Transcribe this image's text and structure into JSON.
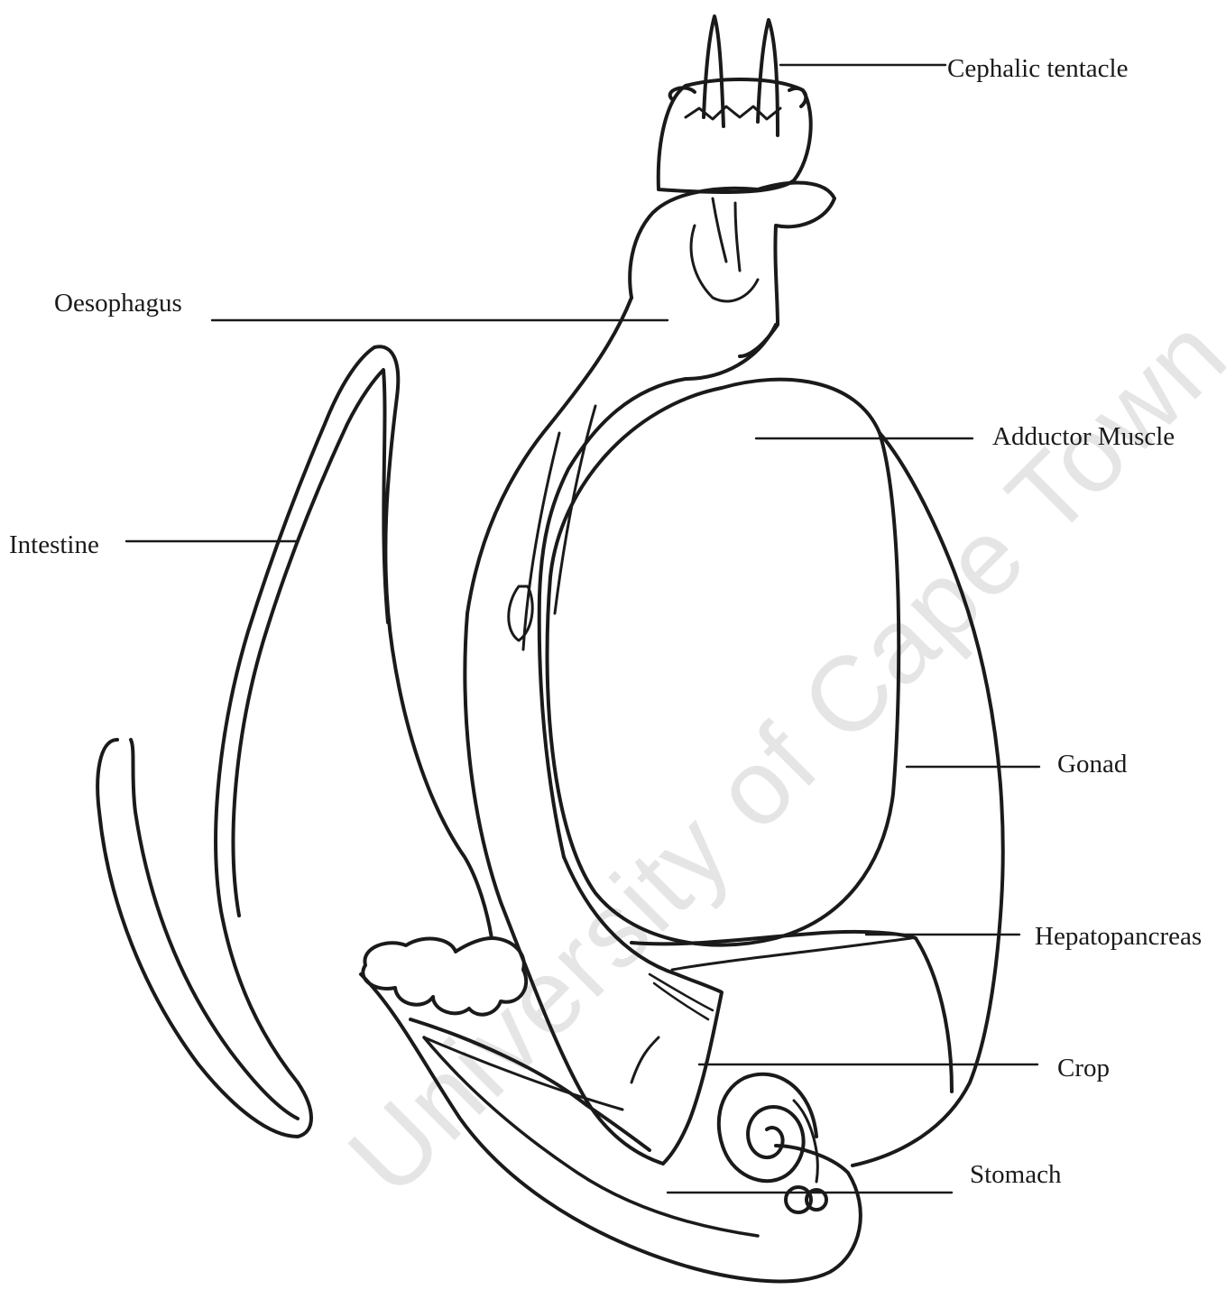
{
  "diagram": {
    "labels": {
      "cephalic_tentacle": "Cephalic tentacle",
      "oesophagus": "Oesophagus",
      "adductor_muscle": "Adductor Muscle",
      "intestine": "Intestine",
      "gonad": "Gonad",
      "hepatopancreas": "Hepatopancreas",
      "crop": "Crop",
      "stomach": "Stomach"
    },
    "watermark": "University of Cape Town",
    "line_color": "#1a1a1a",
    "background": "#ffffff"
  }
}
